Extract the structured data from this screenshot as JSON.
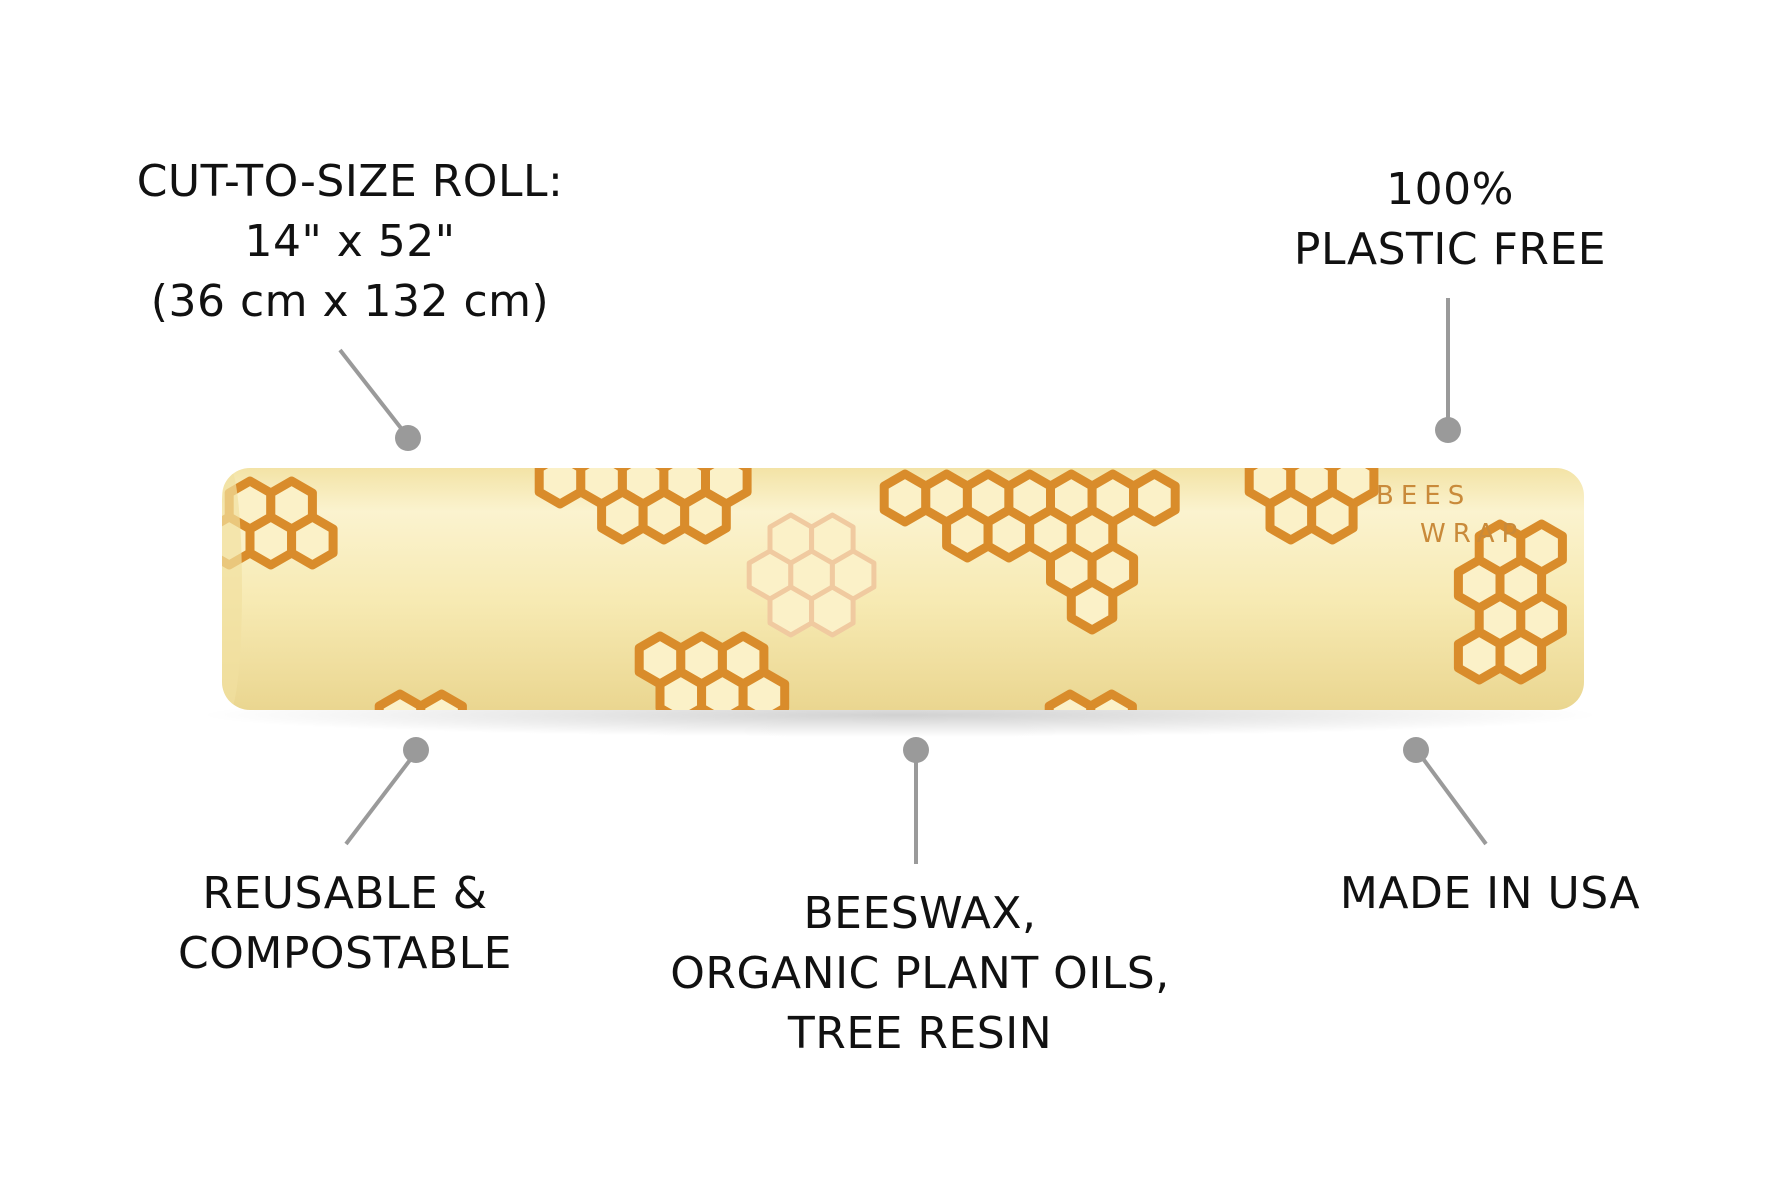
{
  "product": {
    "brand_line1": "BEES",
    "brand_line2": "WRAP"
  },
  "callouts": {
    "size": {
      "line1": "CUT-TO-SIZE ROLL:",
      "line2": "14\" x 52\"",
      "line3": "(36 cm x 132 cm)"
    },
    "plastic": {
      "line1": "100%",
      "line2": "PLASTIC FREE"
    },
    "reusable": {
      "line1": "REUSABLE &",
      "line2": "COMPOSTABLE"
    },
    "ingredients": {
      "line1": "BEESWAX,",
      "line2": "ORGANIC PLANT OILS,",
      "line3": "TREE RESIN"
    },
    "origin": {
      "line1": "MADE IN USA"
    }
  },
  "colors": {
    "roll_base": "#f7eab3",
    "roll_highlight": "#fbf3cf",
    "roll_shade": "#eedd9a",
    "honeycomb": "#d98c2b",
    "honeycomb_faded": "#f0caa0",
    "pointer": "#9a9a9a",
    "text": "#111111",
    "brand_text": "#c98a3a"
  }
}
